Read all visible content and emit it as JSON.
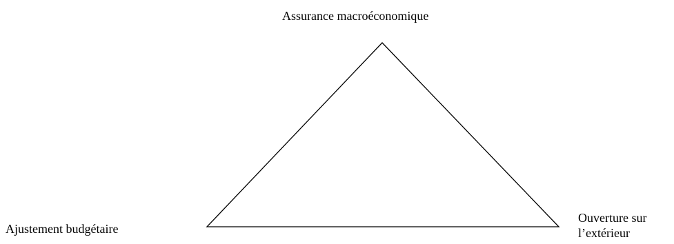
{
  "diagram": {
    "vertices": {
      "top": "Assurance macroéconomique",
      "left": "Ajustement budgétaire",
      "right_line1": "Ouverture sur",
      "right_line2": "l’extérieur"
    },
    "stroke_color": "#000000"
  }
}
